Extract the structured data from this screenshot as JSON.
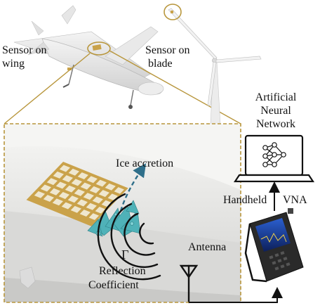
{
  "labels": {
    "sensor_on_wing_line1": "Sensor on",
    "sensor_on_wing_line2": "wing",
    "sensor_on_blade_line1": "Sensor on",
    "sensor_on_blade_line2": "blade",
    "ann_line1": "Artificial",
    "ann_line2": "Neural",
    "ann_line3": "Network",
    "ice_accretion": "Ice accretion",
    "handheld": "Handheld",
    "vna": "VNA",
    "antenna": "Antenna",
    "gamma": "Γ",
    "reflection": "Reflection",
    "coefficient": "Coefficient"
  },
  "colors": {
    "callout_gold": "#b8963c",
    "wing_surface": "#e4e4e2",
    "sensor_gold": "#c9a24a",
    "ice_teal": "#3a9aa0",
    "arrow_teal": "#2f6f8a",
    "instrument_dark": "#2a2a2a",
    "screen_blue": "#1a3a8a"
  },
  "icons": [
    "drone-illustration",
    "wind-turbine-illustration",
    "laptop-icon",
    "neural-network-icon",
    "vna-device-illustration",
    "antenna-icon",
    "signal-wave-icon"
  ]
}
